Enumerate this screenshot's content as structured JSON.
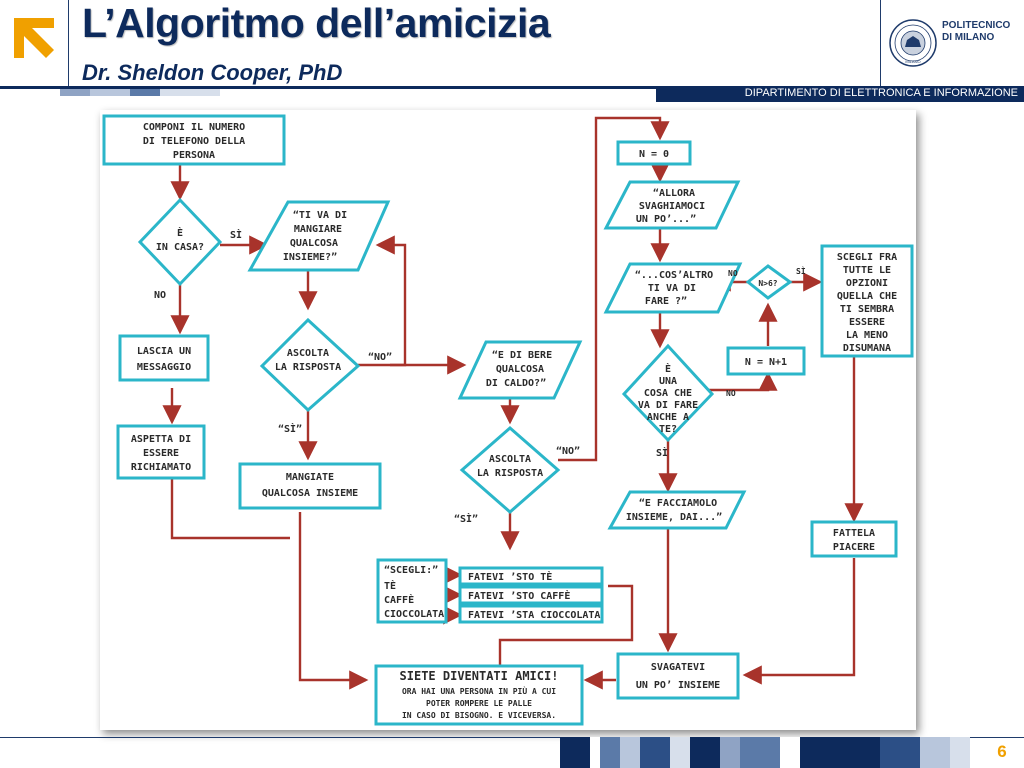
{
  "slide": {
    "title": "L’Algoritmo dell’amicizia",
    "subtitle": "Dr. Sheldon Cooper, PhD",
    "university": [
      "POLITECNICO",
      "DI MILANO"
    ],
    "seal_text": "MILANO",
    "department": "DIPARTIMENTO DI ELETTRONICA E INFORMAZIONE",
    "page_number": "6",
    "colors": {
      "navy": "#0d2a5c",
      "orange": "#f0a000",
      "cyan": "#2bb6c9",
      "arrow_red": "#a8332b"
    }
  },
  "flowchart": {
    "start": [
      "COMPONI IL NUMERO",
      "DI TELEFONO DELLA",
      "PERSONA"
    ],
    "home_question": [
      "È",
      "IN CASA?"
    ],
    "home_yes": "SÌ",
    "home_no": "NO",
    "leave_message": [
      "LASCIA UN",
      "MESSAGGIO"
    ],
    "wait_callback": [
      "ASPETTA DI",
      "ESSERE",
      "RICHIAMATO"
    ],
    "eat_question": [
      "“TI VA DI",
      "MANGIARE",
      "QUALCOSA",
      "INSIEME?”"
    ],
    "listen_1": [
      "ASCOLTA",
      "LA RISPOSTA"
    ],
    "listen_1_no": "“NO”",
    "listen_1_yes": "“SÌ”",
    "eat_together": [
      "MANGIATE",
      "QUALCOSA INSIEME"
    ],
    "drink_question": [
      "“E DI BERE",
      "QUALCOSA",
      "DI CALDO?”"
    ],
    "listen_2": [
      "ASCOLTA",
      "LA RISPOSTA"
    ],
    "listen_2_no": "“NO”",
    "listen_2_yes": "“SÌ”",
    "choose_header": "“SCEGLI:”",
    "choices": [
      "TÈ",
      "CAFFÈ",
      "CIOCCOLATA"
    ],
    "choice_actions": [
      "FATEVI ’STO TÈ",
      "FATEVI ’STO CAFFÈ",
      "FATEVI ’STA CIOCCOLATA"
    ],
    "friends": [
      "SIETE DIVENTATI AMICI!",
      "ORA HAI UNA PERSONA IN PIÙ A CUI",
      "POTER ROMPERE LE PALLE",
      "IN CASO DI BISOGNO. E VICEVERSA."
    ],
    "n_zero": "N = 0",
    "have_fun": [
      "“ALLORA",
      "SVAGHIAMOCI",
      "UN PO’...”"
    ],
    "what_else": [
      "“...COS’ALTRO",
      "TI VA DI",
      "FARE ?”"
    ],
    "n_check": "N>6?",
    "n_check_yes": "SÌ",
    "n_check_no": "NO",
    "n_increment": "N = N+1",
    "common_question": [
      "È",
      "UNA",
      "COSA CHE",
      "VA DI FARE",
      "ANCHE A",
      "TE?"
    ],
    "common_yes": "SÌ",
    "common_no": "NO",
    "do_together": [
      "“E FACCIAMOLO",
      "INSIEME, DAI...”"
    ],
    "least_bad": [
      "SCEGLI FRA",
      "TUTTE LE",
      "OPZIONI",
      "QUELLA CHE",
      "TI SEMBRA",
      "ESSERE",
      "LA MENO",
      "DISUMANA"
    ],
    "enjoy_it": [
      "FATTELA",
      "PIACERE"
    ],
    "hang_out": [
      "SVAGATEVI",
      "UN PO’ INSIEME"
    ]
  }
}
